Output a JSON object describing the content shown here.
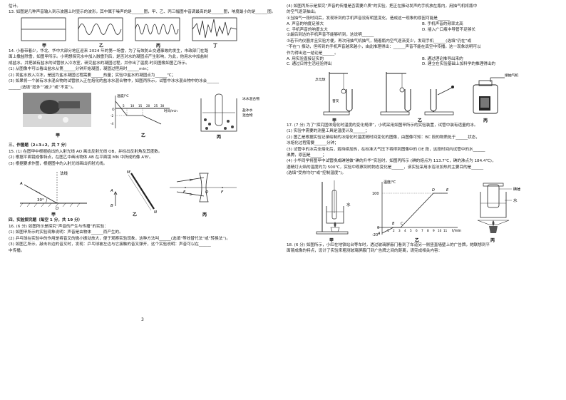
{
  "page_number": "3",
  "left": {
    "header": "估计。",
    "q13": {
      "text": "13. 如图是几种声音输入到示波器上时显示的波形，其中属于噪声的是______图，甲、乙、丙三幅图中音调最高的是______图，响度最小的是______图。",
      "labels": [
        "甲",
        "乙",
        "丙",
        "丁"
      ]
    },
    "q14": {
      "lines": [
        "14. 小春带着少，华北、华中大部分地区迎来 2024 年的第一场雪，为了有效防止交通事故的发生，市政部门在路",
        "面上撒盐除雪，如图甲所示。小明想探究水中加入融雪剂后，是否对水的凝固点产生影响，为此，他用水中加盐制",
        "成盐水，并把装有盐水的试管放入冷冻室，研究盐水的凝固过程，并作出了温度-时间图像如图乙所示。",
        "(1) 从图像中可以看出盐水从第______分钟开始凝固，凝固过程用时______min；",
        "(2) 将盐水放入冷冻，是因为盐水凝固过程需要______热量；实验中盐水的凝固点为______℃；",
        "(3) 如果将一个装有冰水混合物的试管放入正在熔化的盐冰水混合物中，如图丙所示，试管中冰水混合物中的冰会______",
        "______(选填“增多”“减少”或“不变”)。"
      ],
      "labels": [
        "甲",
        "乙",
        "丙"
      ],
      "graph": {
        "ylabel": "温度/℃",
        "xlabel": "时间/min",
        "xticks": [
          "5",
          "10",
          "15",
          "20",
          "25",
          "30"
        ],
        "yticks": [
          "0",
          "-2",
          "-4"
        ],
        "origin": "O"
      },
      "beaker": {
        "top_label": "冰水混合物",
        "mid_label": "盐冰水",
        "bot_label": "混合物"
      }
    },
    "sec3": {
      "title": "三、作图题（2+3+2，共 7 分）",
      "lines": [
        "15.   (1) 在图甲中根据给出的入射光线 AO 画出反射光线 OB，并标出反射角及其度数。",
        "(2) 根据平面镜成像特点，在图乙中画出物体 AB 在平面镜 MN 中所成的像 A'B'。",
        "(3) 根据要求作图，根据图中的入射光线画出折射光线。"
      ],
      "fig_labels": {
        "normal": "法线",
        "A": "A",
        "angle": "30°",
        "O": "O",
        "M": "M",
        "B": "B",
        "N": "N",
        "F1": "F",
        "F2": "F",
        "O2": "O"
      },
      "captions": [
        "甲",
        "乙",
        "丙"
      ]
    },
    "sec4": {
      "title": "四、实验探究题（每空 1 分，共 19 分）",
      "lines": [
        "16. (6 分) 如图所示是探究“声音的产生与传播”的实验：",
        "(1) 如图甲所示的实验现象说明：声音是由物体______而产生的。",
        "(2) 乒乓球在实验中的作用是将音叉的微小振动放大，便于观察实验现象，这种方法叫______(选填“等效替代法”或“转换法”)。",
        "(3) 如图乙所示，敲击右边的音叉时，发现：乒乓球被左边与它接触的音叉弹开，这个实验说明：声音可以在______",
        "中传播。"
      ]
    }
  },
  "right": {
    "q16_cont": {
      "lines": [
        "(4) 如图丙所示是探究“声音的传播是否需要介质”的实验，把正在振动发声的手机放在瓶内，用抽气机将瓶中",
        "的空气逐渐抽出。",
        "①当抽气一段时间后，发现听到的手机声音没有明显变化，造成这一现象的原因可能是______",
        "②最后到达的手机声音不能够听到，这说明______",
        "③若节约仪器并且实验方便，再次用抽气机抽气，随着瓶内空气逐渐变少，发现手机______(选填“仍在”或",
        "“不在”) 振动，但听到的手机声音越来越小，由此推理得出：______声音不能在真空中传播。这一现象说明可以",
        "作为得出这一结论是______。"
      ],
      "options1": [
        "A. 声音的响度足够大",
        "B. 手机声音的频率太高",
        "C. 手机声音的响度太大",
        "D. 插入广口瓶中导管不足够长"
      ],
      "options2": [
        "A. 用实验直接证实的",
        "B. 通过理论推导出来的",
        "C. 通过日常生活经验得出",
        "D. 建立在实验基础上加科学的推理得出的"
      ],
      "fig_labels": {
        "ball": "乒乓球",
        "fork": "音叉",
        "pump": "接抽气机"
      },
      "captions": [
        "甲",
        "乙",
        "丙"
      ]
    },
    "q17": {
      "lines": [
        "17. (7 分) 为了“探究固体熔化时温度的变化规律”，小明采用如图甲所示的实验装置，试管中装有适量的冰。",
        "(1) 实验中需要的测量工具是温度计及______；",
        "(2) 图乙是根据实验记录绘制的冰熔化时温度随时间变化的图像，由图像可知：BC 段的物质处于______状态，",
        "冰熔化过程需要______分钟；",
        "(3) 试管中的冰完全熔化后，若持续加热，在标准大气压下将得到图像中的 DE 段，这段时间内试管中的水______",
        "沸腾，原因是______；",
        "(4) 小华同学将图甲中试管换成碘锤做“碘的升华”实验时，如图丙所示 (碘的熔点为 113.7℃，碘的沸点为 184.4℃)，",
        "酒精灯火焰的温度约为 500℃，实验中观察到的物态变化是______，该实验采用水浴法加热的主要目的是______",
        "(选填“受热均匀”或“控制温度”)。"
      ],
      "graph": {
        "ylabel": "温度/℃",
        "xlabel": "t/min",
        "y100": "100",
        "y0": "0",
        "yneg": "-20",
        "xticks": [
          "1",
          "2",
          "3",
          "4",
          "5",
          "6",
          "7",
          "8",
          "9",
          "10",
          "11"
        ],
        "pts": [
          "A",
          "B",
          "C",
          "D",
          "E"
        ]
      },
      "fig_labels": {
        "water": "水",
        "iodine": "碘锤",
        "water2": "水"
      },
      "captions": [
        "甲",
        "乙",
        "丙"
      ]
    },
    "q18": {
      "lines": [
        "18. (6 分) 如图所示，小红在地铁站台等车时，透过玻璃屏蔽门看到了车道另一侧竖直墙壁上的广告牌，她联想到平",
        "面镜成像的特点，设计了实验来粗测玻璃屏蔽门到广告牌之间的距离，请完成相关内容："
      ]
    }
  }
}
